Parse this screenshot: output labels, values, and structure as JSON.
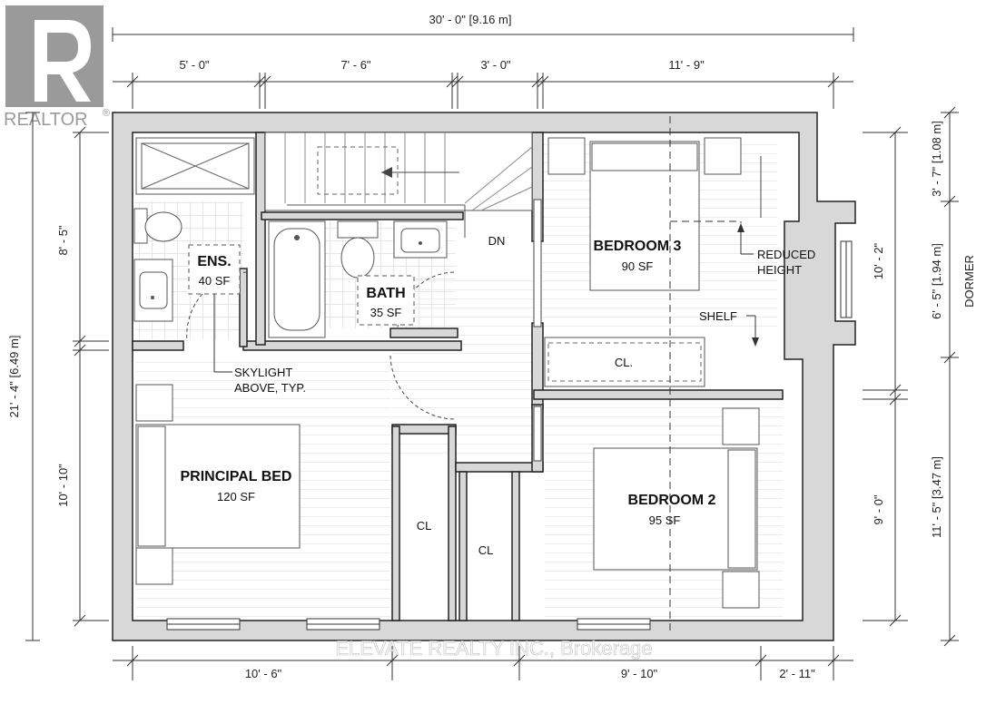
{
  "logo": {
    "brand": "REALTOR",
    "mark": "®"
  },
  "watermark": "ELEVATE REALTY INC., Brokerage",
  "dimensions": {
    "overall_width": "30' - 0\" [9.16 m]",
    "top_segments": [
      "5' - 0\"",
      "7' - 6\"",
      "3' - 0\"",
      "11' - 9\""
    ],
    "bottom_segments": [
      "10' - 6\"",
      "9' - 10\"",
      "2' - 11\""
    ],
    "left_overall": "21' - 4\" [6.49 m]",
    "left_segments": [
      "8' - 5\"",
      "10' - 10\""
    ],
    "right_inner": [
      "10' - 2\"",
      "9' - 0\""
    ],
    "right_outer": [
      "3' - 7\" [1.08 m]",
      "6' - 5\" [1.94 m]",
      "11' - 5\" [3.47 m]"
    ],
    "right_label": "DORMER"
  },
  "rooms": {
    "ensuite": {
      "name": "ENS.",
      "area": "40 SF"
    },
    "bath": {
      "name": "BATH",
      "area": "35 SF"
    },
    "bedroom3": {
      "name": "BEDROOM 3",
      "area": "90 SF"
    },
    "principal": {
      "name": "PRINCIPAL BED",
      "area": "120 SF"
    },
    "bedroom2": {
      "name": "BEDROOM 2",
      "area": "95 SF"
    }
  },
  "labels": {
    "stairs": "DN",
    "reduced_height_1": "REDUCED",
    "reduced_height_2": "HEIGHT",
    "shelf": "SHELF",
    "closet_b3": "CL.",
    "closet_a": "CL",
    "closet_b": "CL",
    "skylight_1": "SKYLIGHT",
    "skylight_2": "ABOVE, TYP."
  }
}
